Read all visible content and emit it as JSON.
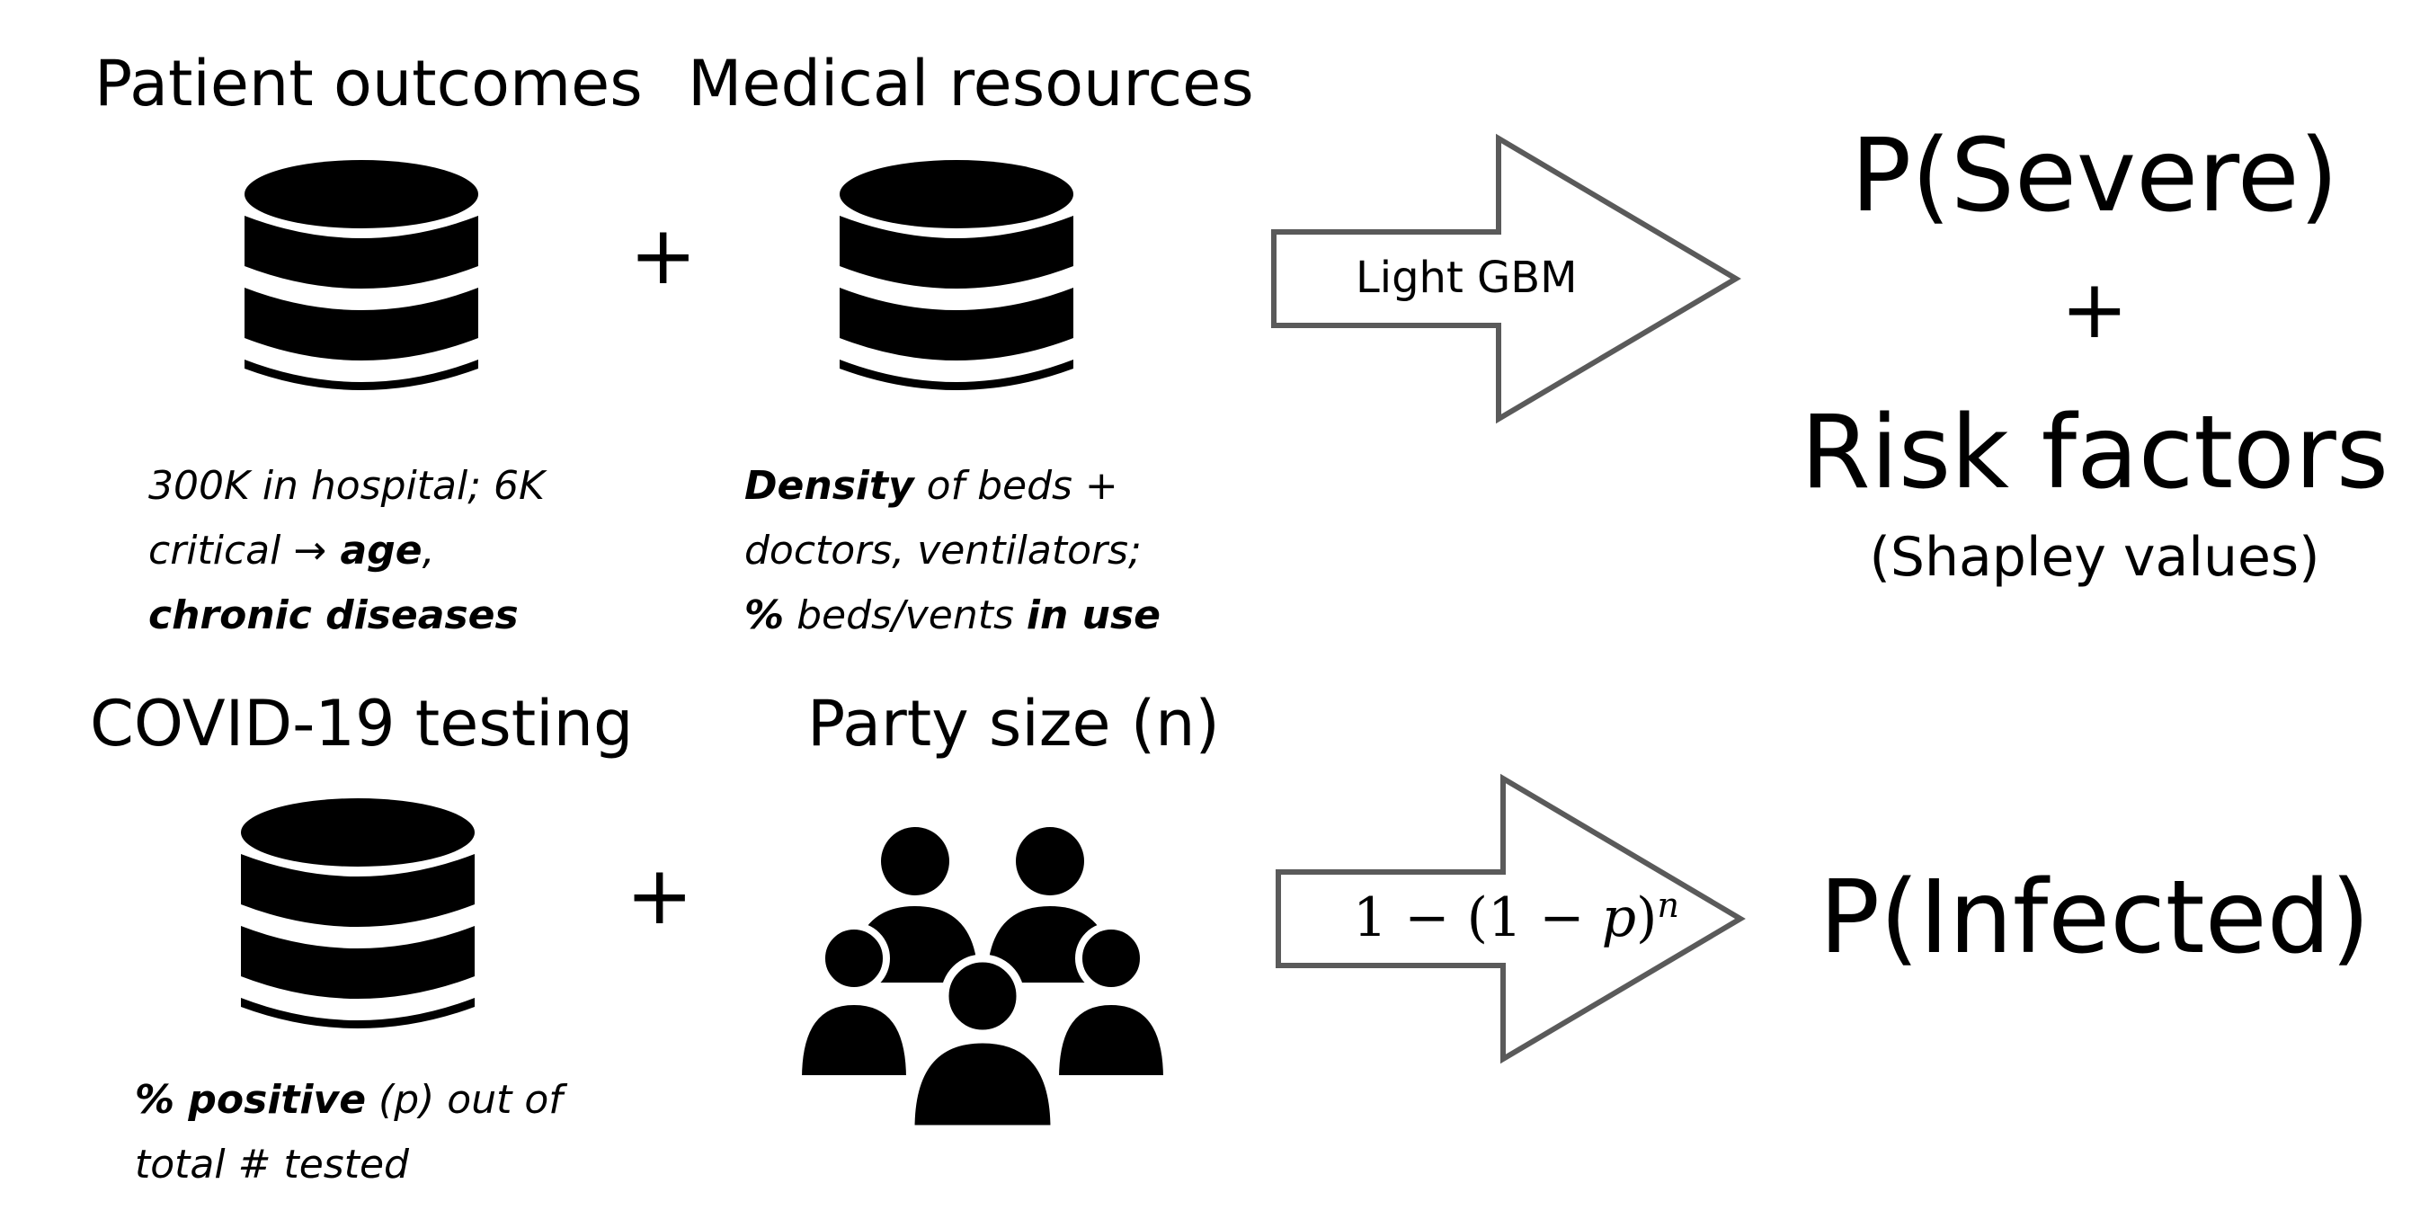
{
  "top_row": {
    "source1": {
      "title": "Patient outcomes",
      "icon": "database-icon",
      "note_line1": "300K in hospital; 6K",
      "note_line2_pre": "critical ",
      "note_line2_arrow": "→",
      "note_line2_bold": " age",
      "note_line2_post": ",",
      "note_line3_bold": "chronic diseases"
    },
    "plus": "+",
    "source2": {
      "title": "Medical resources",
      "icon": "database-icon",
      "note_line1_bold": "Density",
      "note_line1_post": " of beds +",
      "note_line2": "doctors, ventilators;",
      "note_line3_bold1": "%",
      "note_line3_mid": " beds/vents ",
      "note_line3_bold2": "in use"
    },
    "arrow_label": "Light GBM",
    "output": {
      "line1": "P(Severe)",
      "plus": "+",
      "line2": "Risk factors",
      "line3": "(Shapley values)"
    }
  },
  "bottom_row": {
    "source1": {
      "title": "COVID-19 testing",
      "icon": "database-icon",
      "note_line1_bold": "% positive",
      "note_line1_post": " (p) out of",
      "note_line2": "total # tested"
    },
    "plus": "+",
    "source2": {
      "title": "Party size (n)",
      "icon": "group-of-people-icon"
    },
    "arrow_formula": {
      "base": "1 − (1 − ",
      "var": "p",
      "close": ")",
      "exponent": "n"
    },
    "output": {
      "line1": "P(Infected)"
    }
  }
}
